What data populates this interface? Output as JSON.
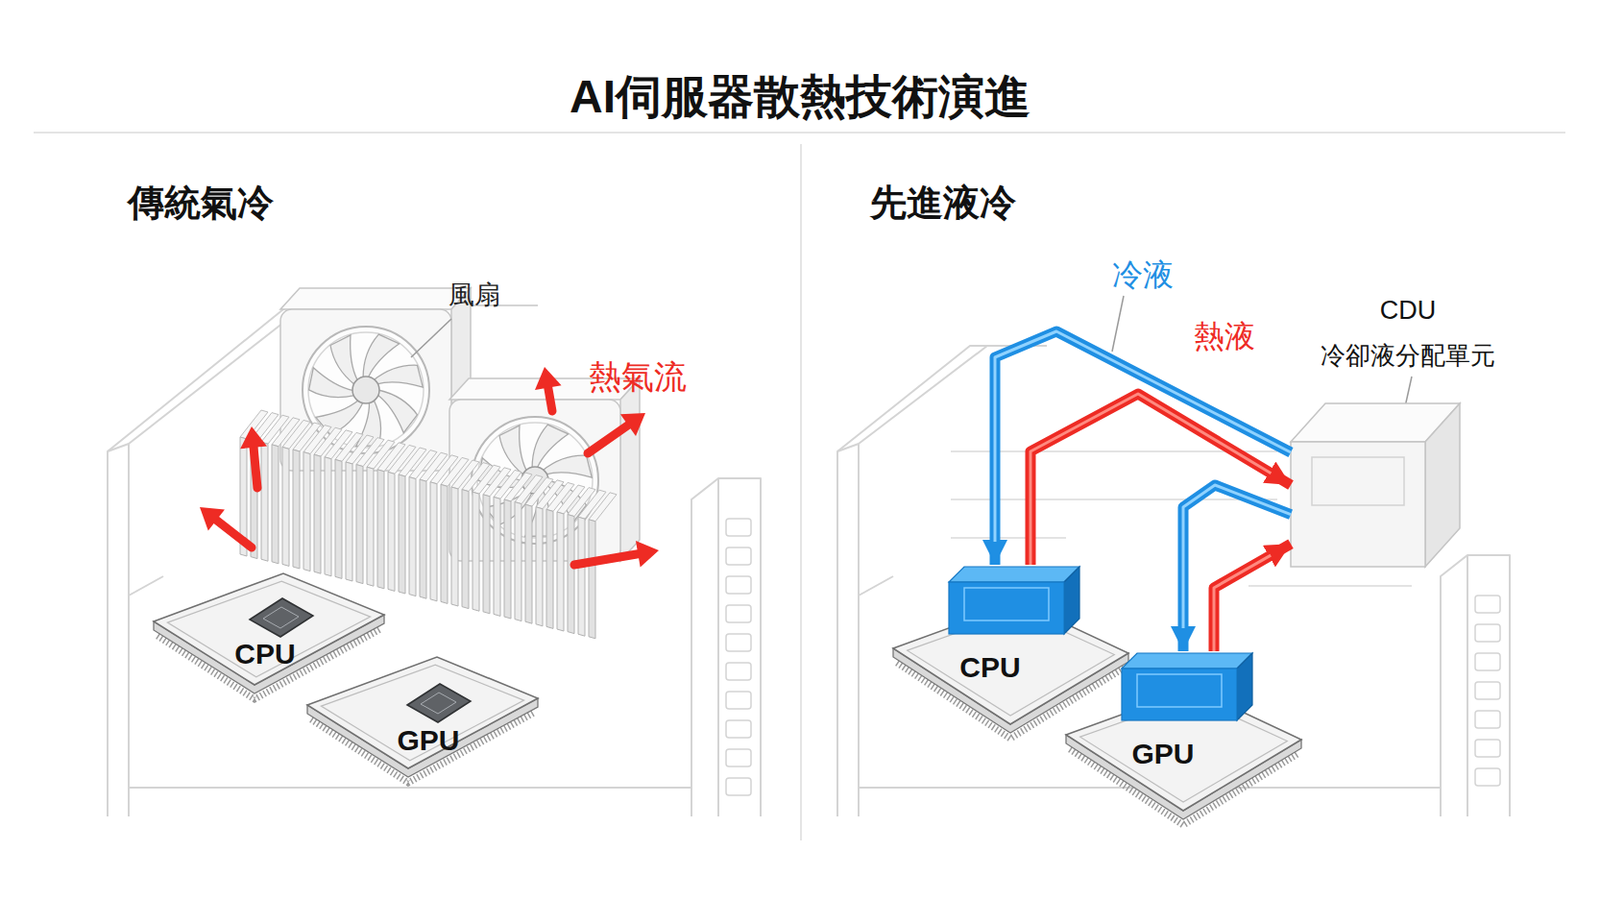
{
  "diagram": {
    "title": "AI伺服器散熱技術演進",
    "nodes": [
      {
        "text": [
          "CPU"
        ]
      },
      {
        "text": [
          "GPU"
        ]
      },
      {
        "text": [
          "CPU"
        ]
      },
      {
        "text": [
          "GPU"
        ]
      },
      {
        "text": [
          "CDU",
          "冷卻液分配單元"
        ]
      }
    ],
    "edges": [
      {
        "from": 4,
        "to": 2,
        "arrow": "to",
        "label": "冷液"
      },
      {
        "from": 2,
        "to": 4,
        "arrow": "to",
        "label": "熱液"
      },
      {
        "from": 4,
        "to": 3,
        "arrow": "to"
      },
      {
        "from": 3,
        "to": 4,
        "arrow": "to"
      }
    ],
    "labels": [
      "傳統氣冷",
      "先進液冷",
      "風扇",
      "熱氣流"
    ]
  }
}
